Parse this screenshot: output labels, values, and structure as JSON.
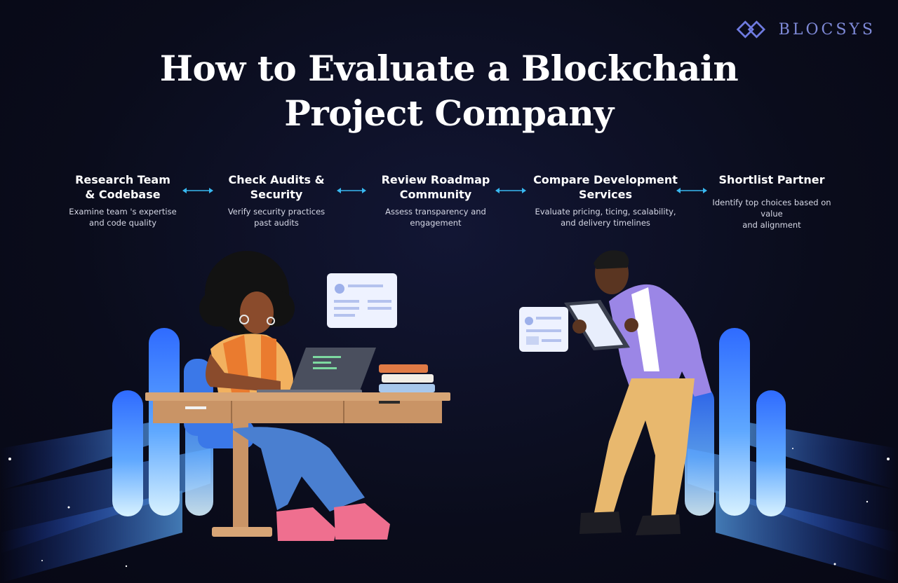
{
  "brand": {
    "name": "BLOCSYS",
    "accent": "#6f7be0"
  },
  "title": {
    "line1": "How to Evaluate a Blockchain",
    "line2": "Project Company"
  },
  "steps": [
    {
      "title": "Research Team",
      "title2": "& Codebase",
      "desc1": "Examine team 's expertise",
      "desc2": "and code quality"
    },
    {
      "title": "Check Audits &",
      "title2": "Security",
      "desc1": "Verify security practices",
      "desc2": "past audits"
    },
    {
      "title": "Review Roadmap",
      "title2": "Community",
      "desc1": "Assess transparency and",
      "desc2": "engagement"
    },
    {
      "title": "Compare Development",
      "title2": "Services",
      "desc1": "Evaluate pricing, ticing, scalability,",
      "desc2": "and delivery timelines"
    },
    {
      "title": "Shortlist Partner",
      "title2": "",
      "desc1": "Identify top choices based on value",
      "desc2": "and alignment"
    }
  ],
  "colors": {
    "arrow": "#38b8f0",
    "glow": "#3a7bff",
    "background": "#0b0d1c"
  }
}
